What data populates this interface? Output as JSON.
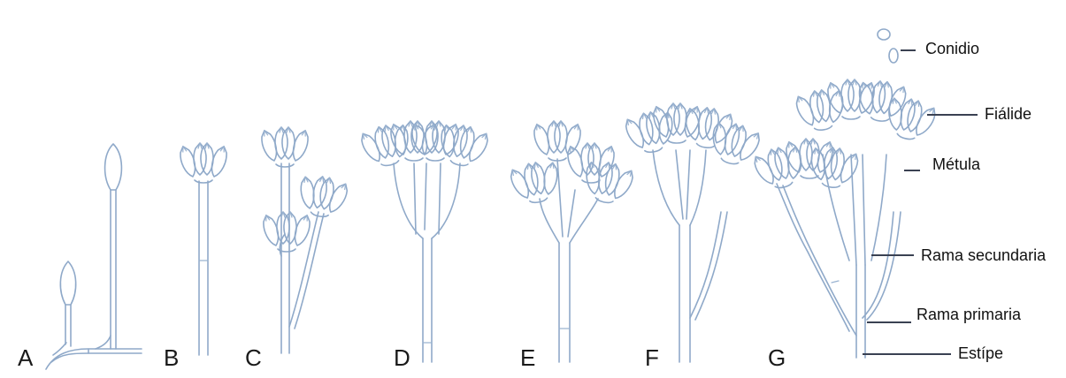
{
  "panel_labels": [
    "A",
    "B",
    "C",
    "D",
    "E",
    "F",
    "G"
  ],
  "annotations": {
    "conidio": "Conidio",
    "fialide": "Fiálide",
    "metula": "Métula",
    "rama_secundaria": "Rama secundaria",
    "rama_primaria": "Rama primaria",
    "estipe": "Estípe"
  }
}
